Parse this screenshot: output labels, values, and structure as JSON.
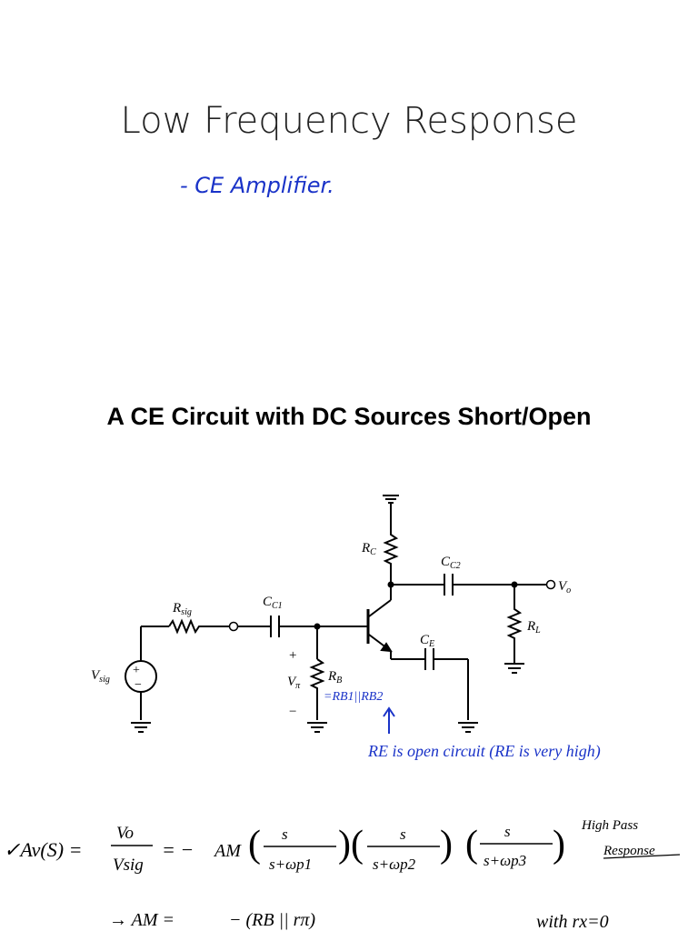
{
  "slide_title": "Low Frequency Response",
  "note_ce": "- CE   Amplifier.",
  "section_title": "A CE Circuit with DC Sources Short/Open",
  "circuit": {
    "labels": {
      "rc": "R",
      "rc_sub": "C",
      "cc2": "C",
      "cc2_sub": "C2",
      "vo": "V",
      "vo_sub": "o",
      "rsig": "R",
      "rsig_sub": "sig",
      "cc1": "C",
      "cc1_sub": "C1",
      "rl": "R",
      "rl_sub": "L",
      "ce": "C",
      "ce_sub": "E",
      "vsig": "V",
      "vsig_sub": "sig",
      "vpi_plus": "+",
      "vpi": "V",
      "vpi_sub": "π",
      "vpi_minus": "−",
      "rb": "R",
      "rb_sub": "B"
    },
    "annotation_rb": "=RB1||RB2",
    "annotation_re": "RE is open circuit (RE is very high)"
  },
  "equations": {
    "av_lhs": "✓Av(S) =",
    "vo": "Vo",
    "vsig": "Vsig",
    "eq": "= −",
    "am": "AM",
    "f1_num": "s",
    "f1_den": "s+ωp1",
    "f2_num": "s",
    "f2_den": "s+ωp2",
    "f3_num": "s",
    "f3_den": "s+ωp3",
    "hp_line1": "High Pass",
    "hp_line2": "Response",
    "am_line": "→ AM =",
    "am_rhs": "− (RB || rπ)",
    "with": "with  rx=0"
  }
}
